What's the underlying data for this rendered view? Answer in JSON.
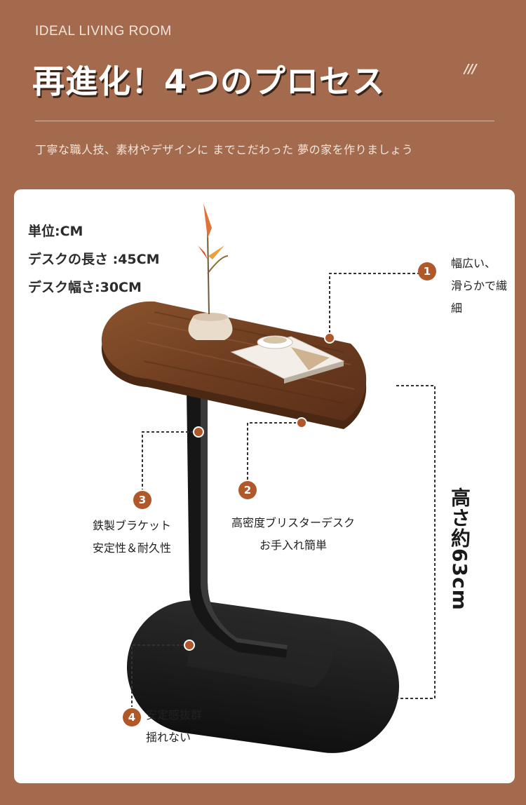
{
  "header": {
    "subtitle": "IDEAL LIVING ROOM",
    "title": "再進化！4つのプロセス",
    "slashes": "///",
    "description": "丁寧な職人技、素材やデザインに までこだわった 夢の家を作りましょう"
  },
  "specs": {
    "unit": "単位:CM",
    "length": "デスクの長さ :45CM",
    "width": "デスク幅さ:30CM"
  },
  "callouts": [
    {
      "num": "1",
      "line1": "幅広い、",
      "line2": "滑らかで繊細"
    },
    {
      "num": "2",
      "line1": "高密度ブリスターデスク",
      "line2": "お手入れ簡単"
    },
    {
      "num": "3",
      "line1": "鉄製ブラケット",
      "line2": "安定性＆耐久性"
    },
    {
      "num": "4",
      "line1": "安定感抜群",
      "line2": "揺れない"
    }
  ],
  "height_label": "高さ約63cm",
  "colors": {
    "background": "#a46a4d",
    "accent": "#b0582a",
    "wood": "#7a4626",
    "metal": "#1c1c1c"
  }
}
